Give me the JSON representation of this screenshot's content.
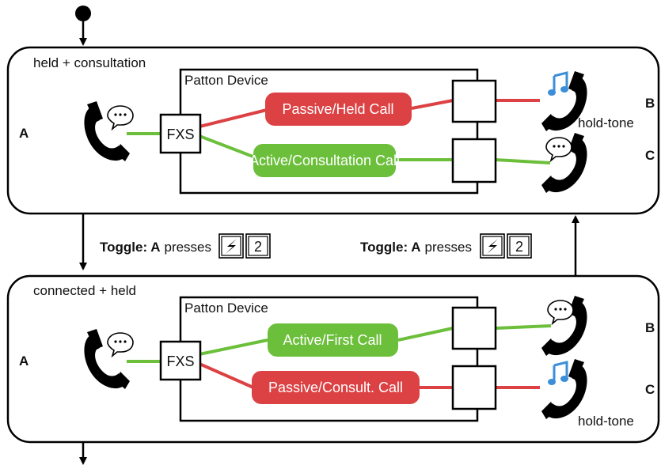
{
  "colors": {
    "active_green": "#6cbf3b",
    "passive_red": "#dc4144",
    "note_blue": "#3b8fd9",
    "ink": "#000000"
  },
  "states": [
    {
      "title": "held + consultation",
      "device_label": "Patton Device",
      "fxs_label": "FXS",
      "party_a": "A",
      "upper_call": "Passive/Held Call",
      "lower_call": "Active/Consultation Call",
      "party_upper": "B",
      "party_lower": "C",
      "hold_tone": "hold-tone"
    },
    {
      "title": "connected + held",
      "device_label": "Patton Device",
      "fxs_label": "FXS",
      "party_a": "A",
      "upper_call": "Active/First Call",
      "lower_call": "Passive/Consult. Call",
      "party_upper": "B",
      "party_lower": "C",
      "hold_tone": "hold-tone"
    }
  ],
  "transitions": [
    {
      "label_bold": "Toggle: A",
      "label_rest": "presses",
      "flash_icon": "flash-icon",
      "key": "2"
    },
    {
      "label_bold": "Toggle: A",
      "label_rest": "presses",
      "flash_icon": "flash-icon",
      "key": "2"
    }
  ]
}
